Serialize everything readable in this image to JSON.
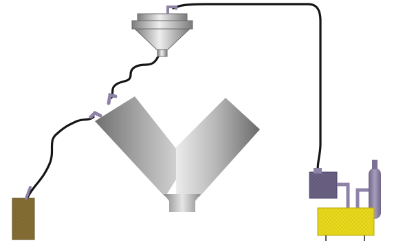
{
  "diagram": {
    "type": "v-blender-vacuum-loading-system",
    "components": [
      {
        "id": "v-blender",
        "icon": "v-blender-icon"
      },
      {
        "id": "vacuum-receiver",
        "icon": "hopper-icon"
      },
      {
        "id": "material-container",
        "icon": "container-icon"
      },
      {
        "id": "vacuum-pump",
        "icon": "pump-icon"
      },
      {
        "id": "filter-tank",
        "icon": "tank-icon"
      }
    ],
    "connections": [
      {
        "from": "material-container",
        "to": "v-blender"
      },
      {
        "from": "v-blender",
        "to": "vacuum-receiver"
      },
      {
        "from": "vacuum-receiver",
        "to": "vacuum-pump"
      }
    ]
  },
  "colors": {
    "background": "#ffffff",
    "hose": "#151515",
    "fitting": "#8e83a6",
    "blender_light": "#e2e2e2",
    "blender_dark": "#6e6e6e",
    "container": "#8a7235",
    "pump_body": "#6d6488",
    "pump_base": "#f2e21c",
    "tank": "#8a7ea0"
  }
}
